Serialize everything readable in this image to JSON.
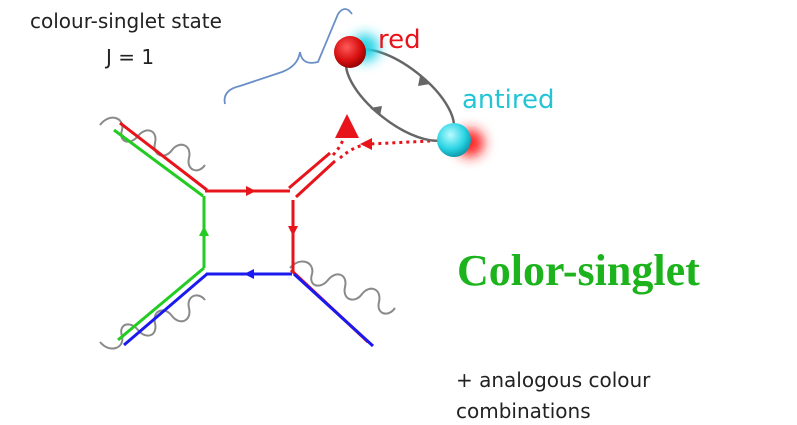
{
  "labels": {
    "state_line1": "colour-singlet state",
    "state_line2": "J = 1",
    "red": "red",
    "antired": "antired",
    "title": "Color-singlet",
    "note_line1": "+ analogous colour",
    "note_line2": "combinations"
  },
  "colors": {
    "red_line": "#e8141b",
    "green_line": "#22cc22",
    "blue_line": "#1a1aee",
    "red_label": "#e8141b",
    "antired_label": "#22c5d6",
    "title_green": "#1cb31c",
    "gluon_gray": "#8a8a8a",
    "brace_blue": "#6a8fc8",
    "orbit_gray": "#666666"
  }
}
